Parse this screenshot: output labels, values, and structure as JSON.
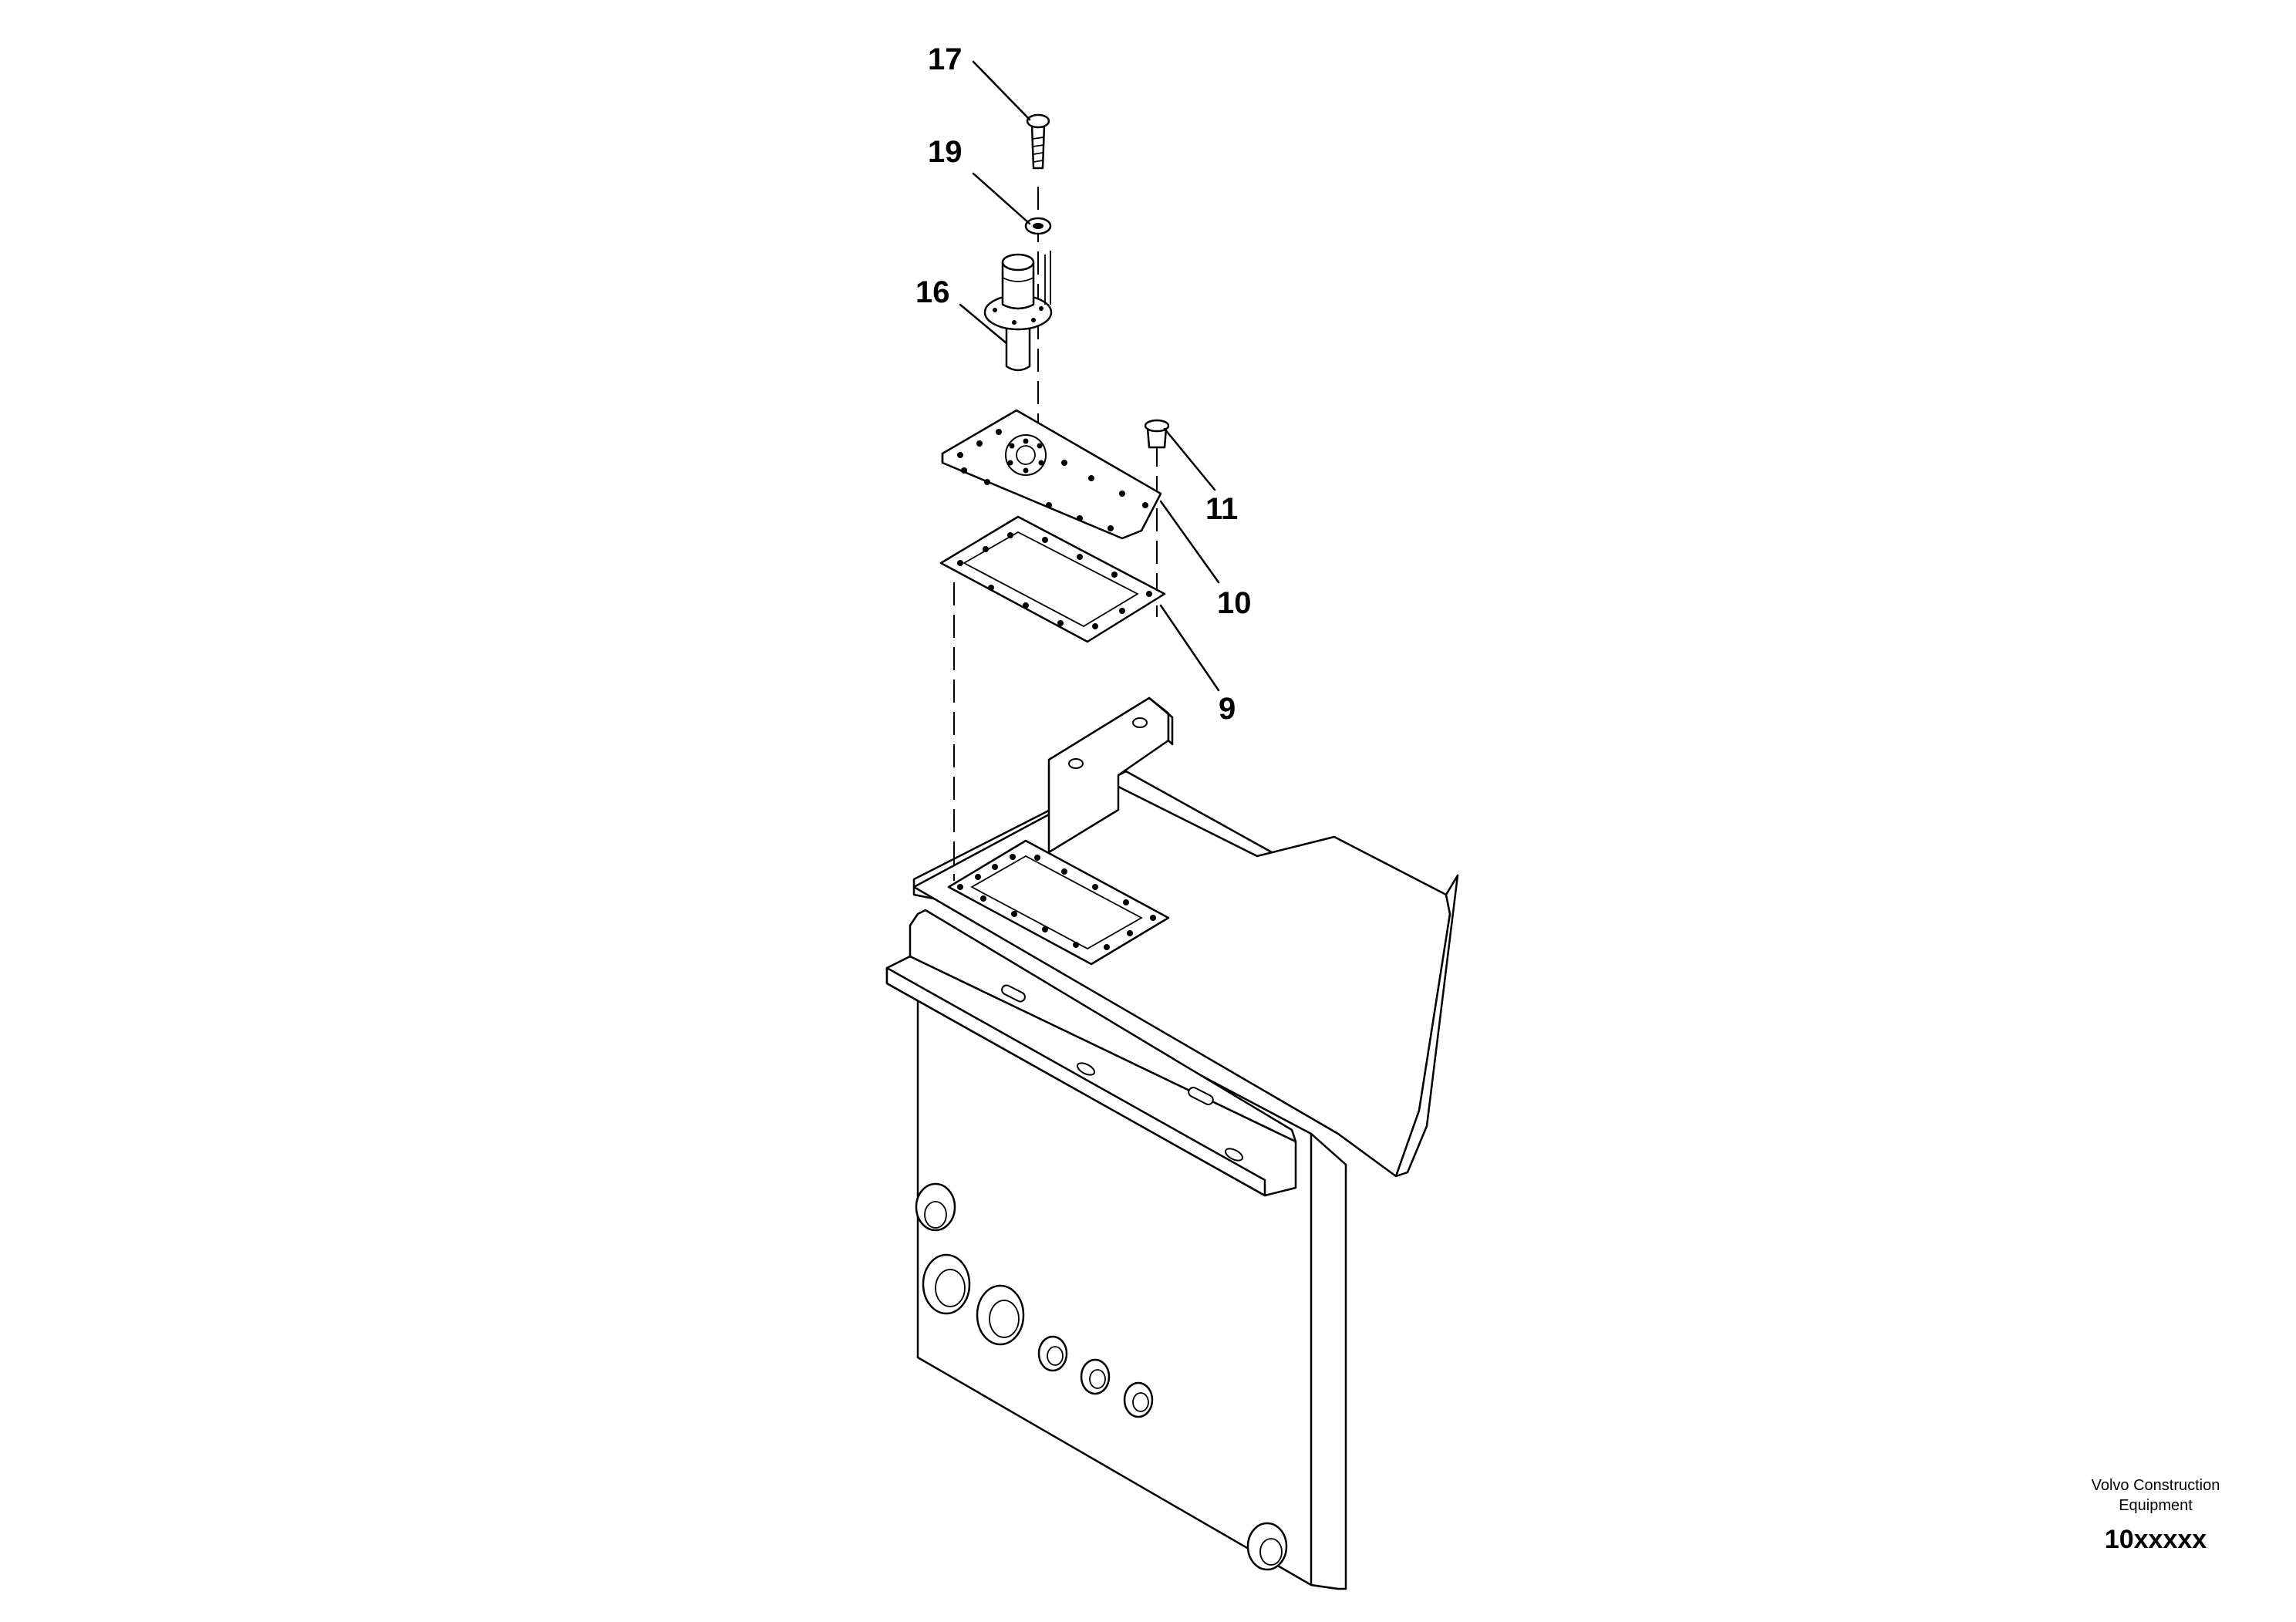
{
  "callouts": {
    "c17": "17",
    "c19": "19",
    "c16": "16",
    "c11": "11",
    "c10": "10",
    "c9": "9"
  },
  "stamp": {
    "company_line1": "Volvo Construction",
    "company_line2": "Equipment",
    "code": "10xxxxx"
  }
}
